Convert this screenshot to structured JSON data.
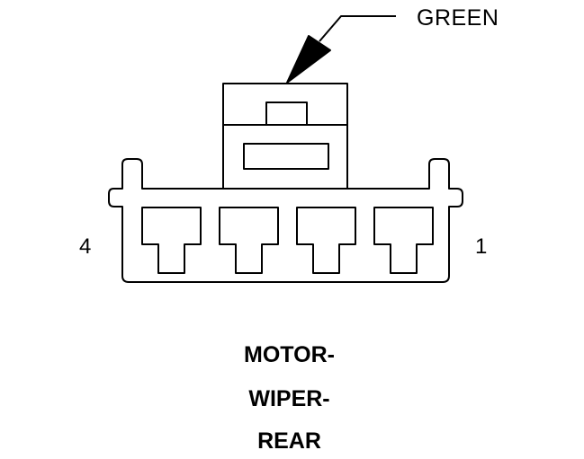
{
  "connector": {
    "wire_color_label": "GREEN",
    "pin_left_number": "4",
    "pin_right_number": "1",
    "cavities": 4
  },
  "title": {
    "line1": "MOTOR-",
    "line2": "WIPER-",
    "line3": "REAR"
  },
  "colors": {
    "stroke": "#000000",
    "background": "#ffffff"
  }
}
